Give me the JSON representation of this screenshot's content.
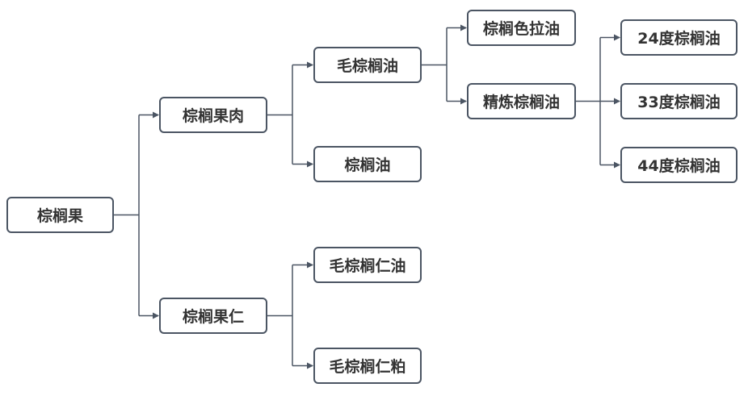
{
  "colors": {
    "line": "#4b5563",
    "text": "#333333",
    "border": "#4b5563"
  },
  "nodes": {
    "root": "棕榈果",
    "pulp": "棕榈果肉",
    "kernel": "棕榈果仁",
    "crude_palm_oil": "毛棕榈油",
    "palm_oil": "棕榈油",
    "crude_kernel_oil": "毛棕榈仁油",
    "crude_kernel_meal": "毛棕榈仁粕",
    "salad_oil": "棕榈色拉油",
    "refined_oil": "精炼棕榈油",
    "oil_24": "24度棕榈油",
    "oil_33": "33度棕榈油",
    "oil_44": "44度棕榈油"
  },
  "edges": [
    [
      "root",
      "pulp"
    ],
    [
      "root",
      "kernel"
    ],
    [
      "pulp",
      "crude_palm_oil"
    ],
    [
      "pulp",
      "palm_oil"
    ],
    [
      "kernel",
      "crude_kernel_oil"
    ],
    [
      "kernel",
      "crude_kernel_meal"
    ],
    [
      "crude_palm_oil",
      "salad_oil"
    ],
    [
      "crude_palm_oil",
      "refined_oil"
    ],
    [
      "refined_oil",
      "oil_24"
    ],
    [
      "refined_oil",
      "oil_33"
    ],
    [
      "refined_oil",
      "oil_44"
    ]
  ]
}
